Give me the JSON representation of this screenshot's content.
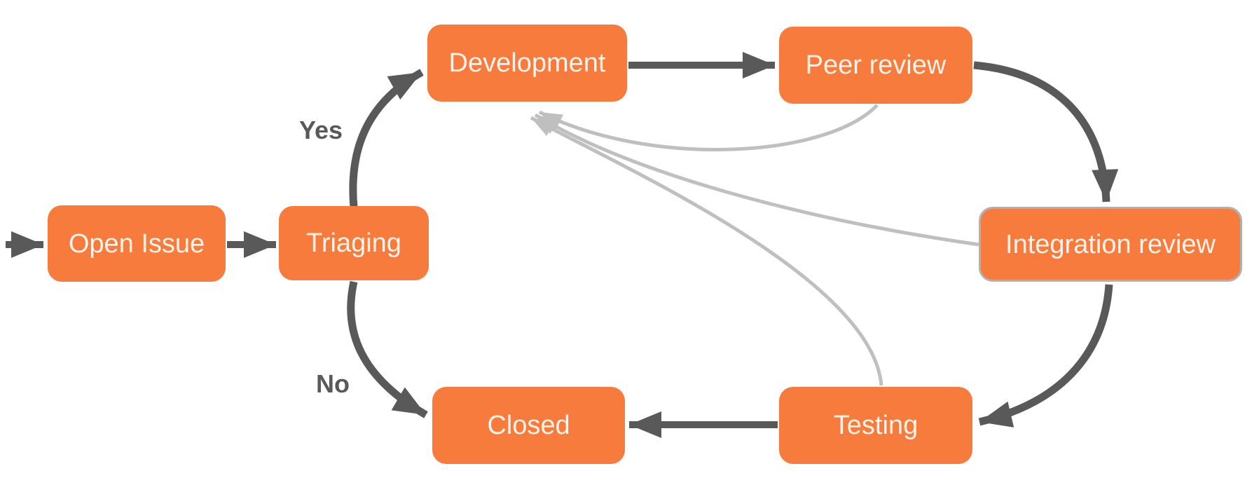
{
  "colors": {
    "node_fill": "#F67B3C",
    "node_text": "#FBF2E9",
    "edge_dark": "#595959",
    "edge_light": "#BFBFBF",
    "highlight_border": "#B1B1B1",
    "background": "#FFFFFF"
  },
  "nodes": {
    "open_issue": {
      "label": "Open Issue"
    },
    "triaging": {
      "label": "Triaging"
    },
    "development": {
      "label": "Development"
    },
    "peer_review": {
      "label": "Peer review"
    },
    "integration_review": {
      "label": "Integration review",
      "highlighted": true
    },
    "testing": {
      "label": "Testing"
    },
    "closed": {
      "label": "Closed"
    }
  },
  "edge_labels": {
    "yes": "Yes",
    "no": "No"
  },
  "edges": [
    {
      "from": "start",
      "to": "open_issue",
      "type": "primary"
    },
    {
      "from": "open_issue",
      "to": "triaging",
      "type": "primary"
    },
    {
      "from": "triaging",
      "to": "development",
      "type": "primary",
      "label": "Yes"
    },
    {
      "from": "triaging",
      "to": "closed",
      "type": "primary",
      "label": "No"
    },
    {
      "from": "development",
      "to": "peer_review",
      "type": "primary"
    },
    {
      "from": "peer_review",
      "to": "integration_review",
      "type": "primary"
    },
    {
      "from": "integration_review",
      "to": "testing",
      "type": "primary"
    },
    {
      "from": "testing",
      "to": "closed",
      "type": "primary"
    },
    {
      "from": "peer_review",
      "to": "development",
      "type": "return"
    },
    {
      "from": "integration_review",
      "to": "development",
      "type": "return"
    },
    {
      "from": "testing",
      "to": "development",
      "type": "return"
    }
  ]
}
